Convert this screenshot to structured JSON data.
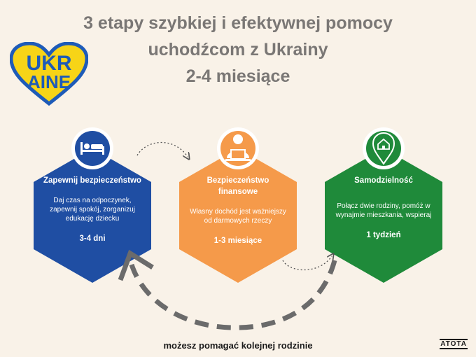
{
  "title": {
    "line1": "3 etapy szybkiej i efektywnej pomocy",
    "line2": "uchodźcom z Ukrainy",
    "line3": "2-4 miesiące"
  },
  "logo": {
    "line1": "UKR",
    "line2": "AINE",
    "colors": {
      "blue": "#1e5bb8",
      "yellow": "#f7d417"
    }
  },
  "stages": [
    {
      "title": "Zapewnij bezpieczeństwo",
      "description": "Daj czas na odpoczynek, zapewnij spokój, zorganizuj edukację dziecku",
      "duration": "3-4 dni",
      "icon": "bed-icon",
      "color": "#1f4ea3"
    },
    {
      "title": "Bezpieczeństwo finansowe",
      "description": "Własny dochód jest ważniejszy od darmowych rzeczy",
      "duration": "1-3 miesiące",
      "icon": "person-laptop-icon",
      "color": "#f59a4a"
    },
    {
      "title": "Samodzielność",
      "description": "Połącz dwie rodziny, pomóż w wynajmie mieszkania, wspieraj",
      "duration": "1 tydzień",
      "icon": "home-pin-icon",
      "color": "#1f8a3a"
    }
  ],
  "footer": "możesz pomagać kolejnej rodzinie",
  "brand": "ATOTA"
}
